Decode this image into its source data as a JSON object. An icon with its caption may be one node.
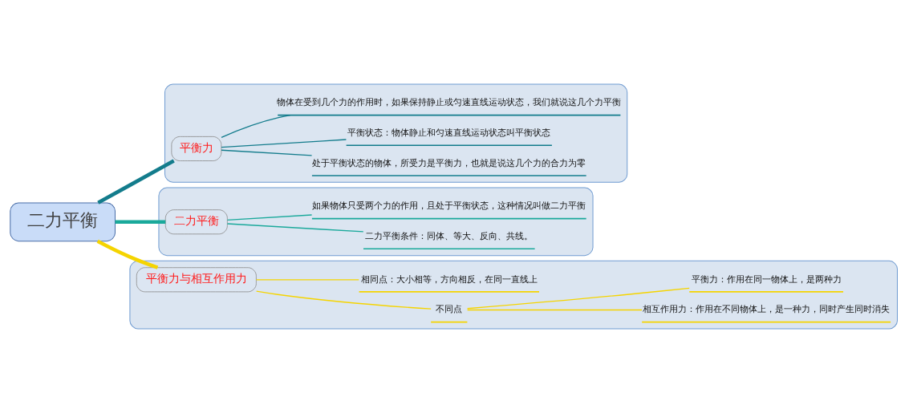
{
  "diagram": {
    "nodes": [
      {
        "text": [
          "二力平衡"
        ]
      },
      {
        "text": [],
        "shape": "box"
      },
      {
        "text": [
          "平衡力"
        ],
        "in": 1
      },
      {
        "text": [
          "物体在受到几个力的作用时，如果保持静止或匀速直线运动状态，我们就说这几个力平衡"
        ],
        "in": 1
      },
      {
        "text": [
          "平衡状态：物体静止和匀速直线运动状态叫平衡状态"
        ],
        "in": 1
      },
      {
        "text": [
          "处于平衡状态的物体，所受力是平衡力，也就是说这几个力的合力为零"
        ],
        "in": 1
      },
      {
        "text": [],
        "shape": "box"
      },
      {
        "text": [
          "二力平衡"
        ],
        "in": 6
      },
      {
        "text": [
          "如果物体只受两个力的作用，且处于平衡状态，这种情况叫做二力平衡"
        ],
        "in": 6
      },
      {
        "text": [
          "二力平衡条件：同体、等大、反向、共线。"
        ],
        "in": 6
      },
      {
        "text": [],
        "shape": "box"
      },
      {
        "text": [
          "平衡力与相互作用力"
        ],
        "in": 10
      },
      {
        "text": [
          "相同点：大小相等，方向相反，在同一直线上"
        ],
        "in": 10
      },
      {
        "text": [
          "不同点"
        ],
        "in": 10
      },
      {
        "text": [
          "平衡力：作用在同一物体上，是两种力"
        ],
        "in": 10
      },
      {
        "text": [
          "相互作用力：作用在不同物体上，是一种力，同时产生同时消失"
        ],
        "in": 10
      }
    ],
    "edges": [
      {
        "from": 0,
        "to": 2,
        "arrow": "none",
        "style": "thick",
        "color": "#137c8c"
      },
      {
        "from": 2,
        "to": 3,
        "arrow": "none",
        "color": "#137c8c"
      },
      {
        "from": 2,
        "to": 4,
        "arrow": "none",
        "color": "#137c8c"
      },
      {
        "from": 2,
        "to": 5,
        "arrow": "none",
        "color": "#137c8c"
      },
      {
        "from": 0,
        "to": 7,
        "arrow": "none",
        "style": "thick",
        "color": "#1aa99b"
      },
      {
        "from": 7,
        "to": 8,
        "arrow": "none",
        "color": "#1aa99b"
      },
      {
        "from": 7,
        "to": 9,
        "arrow": "none",
        "color": "#1aa99b"
      },
      {
        "from": 0,
        "to": 11,
        "arrow": "none",
        "style": "thick",
        "color": "#f5d400"
      },
      {
        "from": 11,
        "to": 12,
        "arrow": "none",
        "color": "#f5d400"
      },
      {
        "from": 11,
        "to": 13,
        "arrow": "none",
        "color": "#f5d400"
      },
      {
        "from": 13,
        "to": 14,
        "arrow": "none",
        "color": "#f5d400"
      },
      {
        "from": 13,
        "to": 15,
        "arrow": "none",
        "color": "#f5d400"
      }
    ]
  }
}
